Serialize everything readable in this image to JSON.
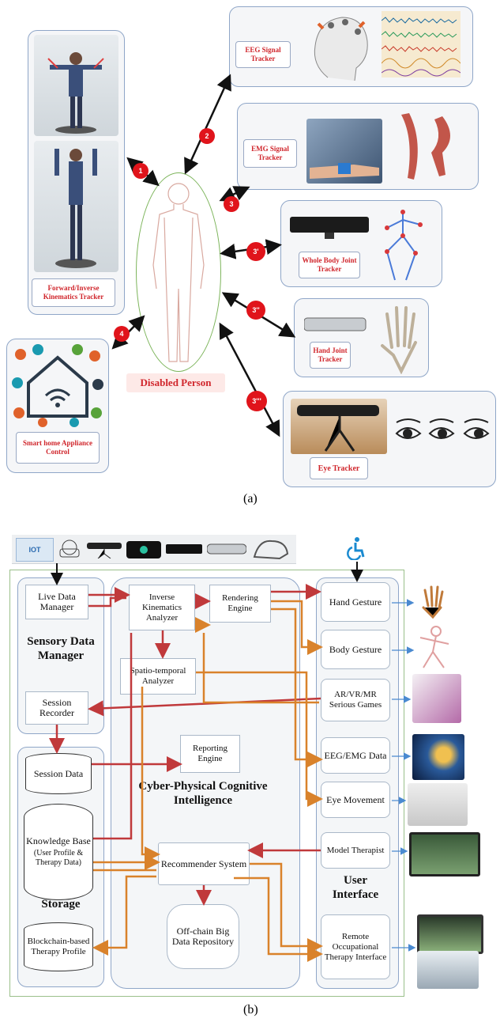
{
  "figure_a": {
    "caption": "(a)",
    "person_label": "Disabled Person",
    "kinematics_label": "Forward/Inverse Kinematics Tracker",
    "smart_home_label": "Smart home Appliance Control",
    "eeg_label": "EEG Signal Tracker",
    "emg_label": "EMG Signal Tracker",
    "whole_body_label": "Whole Body Joint Tracker",
    "hand_joint_label": "Hand Joint Tracker",
    "eye_label": "Eye Tracker",
    "badges": [
      "1",
      "2",
      "3",
      "3'",
      "3''",
      "3'''",
      "4"
    ]
  },
  "figure_b": {
    "caption": "(b)",
    "live_data_manager": "Live Data Manager",
    "sensory_data_manager": "Sensory Data Manager",
    "session_recorder": "Session Recorder",
    "session_data": "Session Data",
    "knowledge_base": "Knowledge Base",
    "knowledge_base_sub": "(User Profile & Therapy Data)",
    "storage": "Storage",
    "blockchain": "Blockchain-based Therapy Profile",
    "ik_analyzer": "Inverse Kinematics Analyzer",
    "rendering_engine": "Rendering Engine",
    "spatio_temporal": "Spatio-temporal Analyzer",
    "reporting_engine": "Reporting Engine",
    "cpci": "Cyber-Physical Cognitive Intelligence",
    "recommender": "Recommender System",
    "offchain": "Off-chain Big Data Repository",
    "hand_gesture": "Hand Gesture",
    "body_gesture": "Body Gesture",
    "ar_vr": "AR/VR/MR Serious Games",
    "eeg_emg_data": "EEG/EMG Data",
    "eye_movement": "Eye Movement",
    "model_therapist": "Model Therapist",
    "user_interface": "User Interface",
    "remote_ot": "Remote Occupational Therapy Interface",
    "iot_label": "IOT"
  },
  "colors": {
    "arrow_orange": "#d9822b",
    "arrow_red": "#c0393b",
    "badge_red": "#e0141b",
    "panel_border": "#8fa6c8",
    "label_red": "#d0262c"
  }
}
